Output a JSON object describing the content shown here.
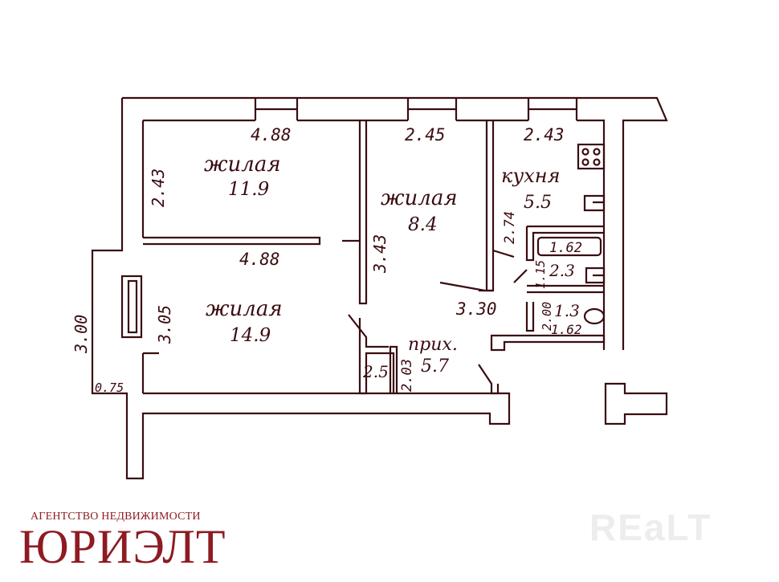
{
  "rooms": {
    "living_top": {
      "name": "жилая",
      "area": "11.9"
    },
    "living_middle": {
      "name": "жилая",
      "area": "8.4"
    },
    "living_bottom": {
      "name": "жилая",
      "area": "14.9"
    },
    "kitchen": {
      "name": "кухня",
      "area": "5.5"
    },
    "hall": {
      "name": "прих.",
      "area": "5.7"
    },
    "bath": {
      "area": "2.3"
    },
    "wc": {
      "area": "1.3"
    },
    "closet": {
      "area": "2.5"
    }
  },
  "dimensions": {
    "top_left_width": "4.88",
    "top_mid_width": "2.45",
    "top_right_width": "2.43",
    "left_top_height": "2.43",
    "mid_left_width": "4.88",
    "mid_room_height": "3.43",
    "kitchen_height": "2.74",
    "hall_width": "3.30",
    "bottom_left_height": "3.05",
    "outer_left_height": "3.00",
    "outer_left_offset": "0.75",
    "hall_height": "2.03",
    "tub_length": "1.62",
    "bath_width": "1.15",
    "wc_depth": "2.00",
    "wc_width": "1.62"
  },
  "agency": {
    "tagline": "АГЕНТСТВО НЕДВИЖИМОСТИ",
    "name": "ЮРИЭЛТ"
  },
  "watermark": "REaLT",
  "colors": {
    "ink": "#3a0c10",
    "brand": "#8e1b22"
  }
}
